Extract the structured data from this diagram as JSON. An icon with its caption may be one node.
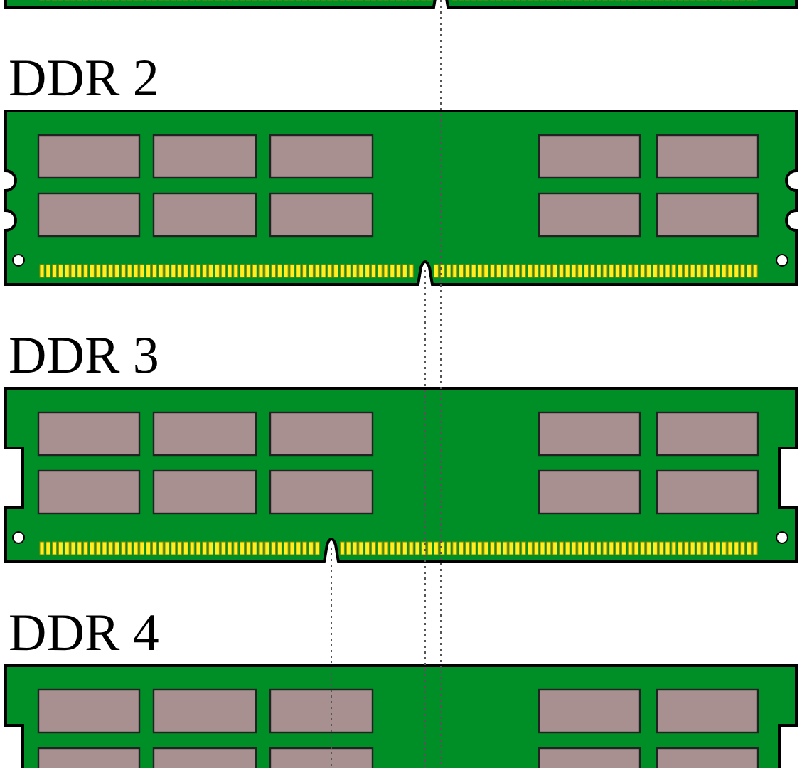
{
  "diagram": {
    "labels": [
      "DDR 2",
      "DDR 3",
      "DDR 4"
    ]
  }
}
